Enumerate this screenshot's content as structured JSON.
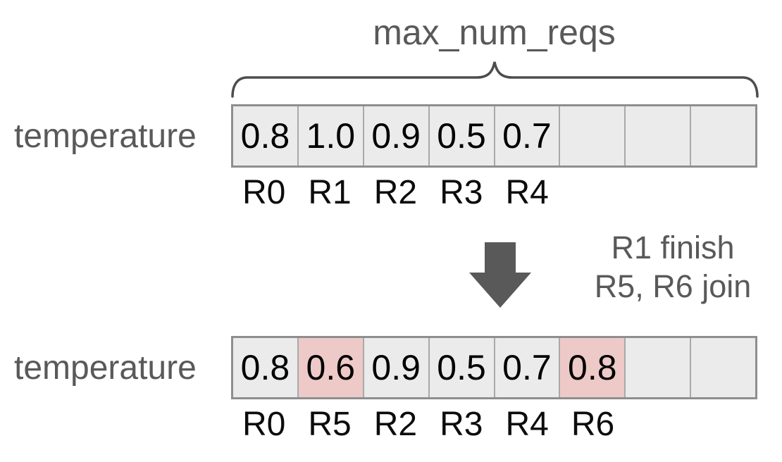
{
  "header": {
    "brace_label": "max_num_reqs"
  },
  "row_label_top": "temperature",
  "row_label_bottom": "temperature",
  "top_array": {
    "cells": [
      {
        "value": "0.8",
        "highlight": false
      },
      {
        "value": "1.0",
        "highlight": false
      },
      {
        "value": "0.9",
        "highlight": false
      },
      {
        "value": "0.5",
        "highlight": false
      },
      {
        "value": "0.7",
        "highlight": false
      },
      {
        "value": "",
        "highlight": false
      },
      {
        "value": "",
        "highlight": false
      },
      {
        "value": "",
        "highlight": false
      }
    ],
    "request_labels": [
      "R0",
      "R1",
      "R2",
      "R3",
      "R4",
      "",
      "",
      ""
    ]
  },
  "transition": {
    "note_line1": "R1 finish",
    "note_line2": "R5, R6 join"
  },
  "bottom_array": {
    "cells": [
      {
        "value": "0.8",
        "highlight": false
      },
      {
        "value": "0.6",
        "highlight": true
      },
      {
        "value": "0.9",
        "highlight": false
      },
      {
        "value": "0.5",
        "highlight": false
      },
      {
        "value": "0.7",
        "highlight": false
      },
      {
        "value": "0.8",
        "highlight": true
      },
      {
        "value": "",
        "highlight": false
      },
      {
        "value": "",
        "highlight": false
      }
    ],
    "request_labels": [
      "R0",
      "R5",
      "R2",
      "R3",
      "R4",
      "R6",
      "",
      ""
    ]
  },
  "colors": {
    "cell_bg": "#ebebeb",
    "cell_highlight": "#edc9c7",
    "cell_border": "#a9a9a9",
    "outer_border": "#8e8e8e",
    "muted_text": "#595959",
    "brace_stroke": "#4d4d4d",
    "arrow_fill": "#595959"
  }
}
